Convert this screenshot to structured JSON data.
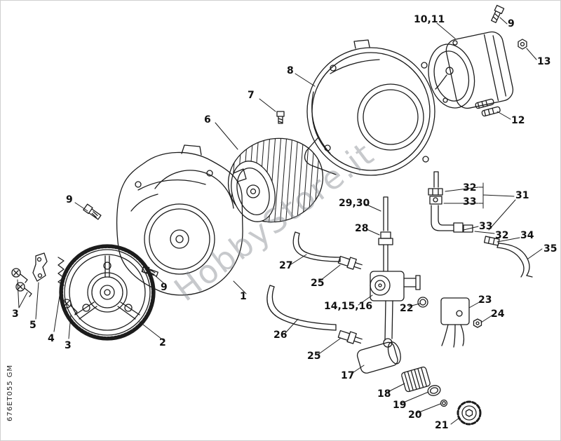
{
  "page": {
    "watermark": "HobbyStore.it",
    "diagram_code": "676ET055 GM"
  },
  "labels": {
    "motor_10_11": "10,11",
    "screw_9_top": "9",
    "nut_13": "13",
    "housing_8": "8",
    "screws_12": "12",
    "screw_7": "7",
    "fan_6": "6",
    "fitting_32_upper": "32",
    "fitting_33_upper": "33",
    "group_31": "31",
    "pipe_29_30": "29,30",
    "fitting_28": "28",
    "fitting_33_lower": "33",
    "fitting_32_lower": "32",
    "fitting_34": "34",
    "hose_35": "35",
    "screw_9_left": "9",
    "hose_27": "27",
    "fitting_25_upper": "25",
    "valve_14_15_16": "14,15,16",
    "oring_22": "22",
    "solenoid_23": "23",
    "nut_24": "24",
    "housing_1": "1",
    "screw_9_mid": "9",
    "screw_3_left": "3",
    "bracket_5": "5",
    "spring_4": "4",
    "screw_3_right": "3",
    "flywheel_2": "2",
    "hose_26": "26",
    "fitting_25_lower": "25",
    "housing_17": "17",
    "filter_18": "18",
    "oring_19": "19",
    "oring_20": "20",
    "knob_21": "21"
  }
}
